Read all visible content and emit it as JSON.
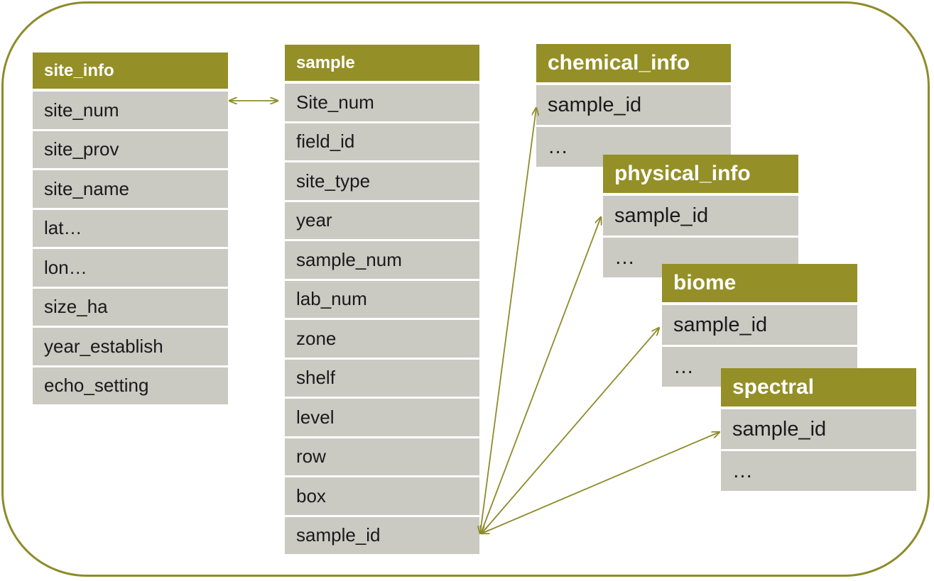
{
  "tables": {
    "site_info": {
      "title": "site_info",
      "rows": [
        "site_num",
        "site_prov",
        "site_name",
        "lat…",
        "lon…",
        "size_ha",
        "year_establish",
        "echo_setting"
      ]
    },
    "sample": {
      "title": "sample",
      "rows": [
        "Site_num",
        "field_id",
        "site_type",
        "year",
        "sample_num",
        "lab_num",
        "zone",
        "shelf",
        "level",
        "row",
        "box",
        "sample_id"
      ]
    },
    "chemical_info": {
      "title": "chemical_info",
      "rows": [
        "sample_id",
        "…"
      ]
    },
    "physical_info": {
      "title": "physical_info",
      "rows": [
        "sample_id",
        "…"
      ]
    },
    "biome": {
      "title": "biome",
      "rows": [
        "sample_id",
        "…"
      ]
    },
    "spectral": {
      "title": "spectral",
      "rows": [
        "sample_id",
        "…"
      ]
    }
  },
  "colors": {
    "header": "#948f27",
    "row": "#cac9c2",
    "frame": "#8f8b2a",
    "arrow": "#8f8b2a"
  },
  "relationships": [
    {
      "from": "site_info.site_num",
      "to": "sample.Site_num"
    },
    {
      "from": "sample.sample_id",
      "to": "chemical_info.sample_id"
    },
    {
      "from": "sample.sample_id",
      "to": "physical_info.sample_id"
    },
    {
      "from": "sample.sample_id",
      "to": "biome.sample_id"
    },
    {
      "from": "sample.sample_id",
      "to": "spectral.sample_id"
    }
  ]
}
